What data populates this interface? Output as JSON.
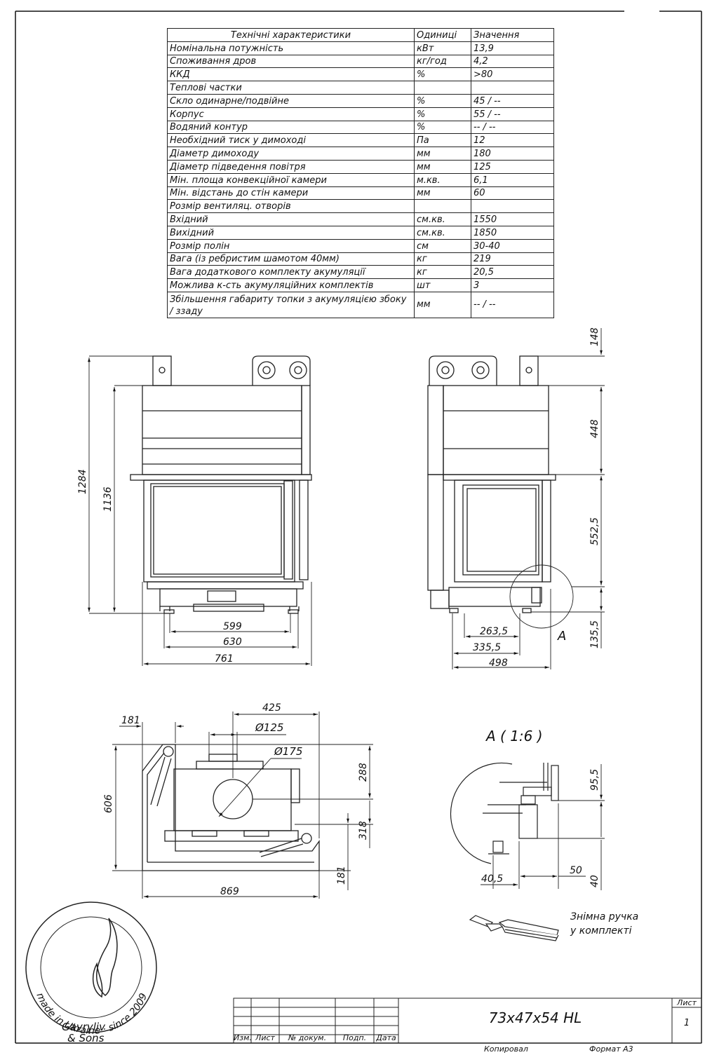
{
  "spec_table": {
    "header": {
      "name": "Технічні характеристики",
      "unit": "Одиниці",
      "value": "Значення"
    },
    "rows": [
      {
        "name": "Номінальна потужність",
        "unit": "кВт",
        "value": "13,9"
      },
      {
        "name": "Споживання дров",
        "unit": "кг/год",
        "value": "4,2"
      },
      {
        "name": "ККД",
        "unit": "%",
        "value": ">80"
      },
      {
        "name": "Теплові частки",
        "unit": "",
        "value": ""
      },
      {
        "name": "Скло одинарне/подвійне",
        "unit": "%",
        "value": "45 / --"
      },
      {
        "name": "Корпус",
        "unit": "%",
        "value": "55 / --"
      },
      {
        "name": "Водяний контур",
        "unit": "%",
        "value": "-- / --"
      },
      {
        "name": "Необхідний тиск у димоході",
        "unit": "Па",
        "value": "12"
      },
      {
        "name": "Діаметр димоходу",
        "unit": "мм",
        "value": "180"
      },
      {
        "name": "Діаметр підведення повітря",
        "unit": "мм",
        "value": "125"
      },
      {
        "name": "Мін. площа конвекційної камери",
        "unit": "м.кв.",
        "value": "6,1"
      },
      {
        "name": "Мін. відстань до стін камери",
        "unit": "мм",
        "value": "60"
      },
      {
        "name": "Розмір вентиляц. отворів",
        "unit": "",
        "value": ""
      },
      {
        "name": "Вхідний",
        "unit": "см.кв.",
        "value": "1550"
      },
      {
        "name": "Вихідний",
        "unit": "см.кв.",
        "value": "1850"
      },
      {
        "name": "Розмір полін",
        "unit": "см",
        "value": "30-40"
      },
      {
        "name": "Вага (із ребристим шамотом 40мм)",
        "unit": "кг",
        "value": "219"
      },
      {
        "name": "Вага додаткового комплекту акумуляції",
        "unit": "кг",
        "value": "20,5"
      },
      {
        "name": "Можлива к-сть акумуляційних комплектів",
        "unit": "шт",
        "value": "3"
      },
      {
        "name": "Збільшення габариту топки з акумуляцією збоку / ззаду",
        "unit": "мм",
        "value": "-- / --"
      }
    ]
  },
  "dimensions": {
    "front": {
      "height_total": "1284",
      "height_body": "1136",
      "w599": "599",
      "w630": "630",
      "w761": "761"
    },
    "side": {
      "h148": "148",
      "h448": "448",
      "h552": "552,5",
      "h135": "135,5",
      "w263": "263,5",
      "w335": "335,5",
      "w498": "498",
      "detail_mark": "A"
    },
    "top": {
      "d181a": "181",
      "d425": "425",
      "d125": "Ø125",
      "d175": "Ø175",
      "h288": "288",
      "h318": "318",
      "h606": "606",
      "d181b": "181",
      "w869": "869"
    },
    "detail": {
      "title": "A ( 1:6 )",
      "h95": "95,5",
      "w40_5": "40,5",
      "w50": "50",
      "h40": "40"
    }
  },
  "handle_note": {
    "line1": "Знімна ручка",
    "line2": "у комплекті"
  },
  "logo": {
    "brand_line1": "Gavryliv",
    "brand_line2": "& Sons",
    "ring_text": "made in Ukraine · since 2009"
  },
  "title_block": {
    "model": "73x47x54 HL",
    "sheet_label": "Лист",
    "sheet_number": "1",
    "cols": [
      "Изм.",
      "Лист",
      "№ докум.",
      "Подп.",
      "Дата"
    ],
    "copied": "Копировал",
    "format": "Формат А3"
  }
}
